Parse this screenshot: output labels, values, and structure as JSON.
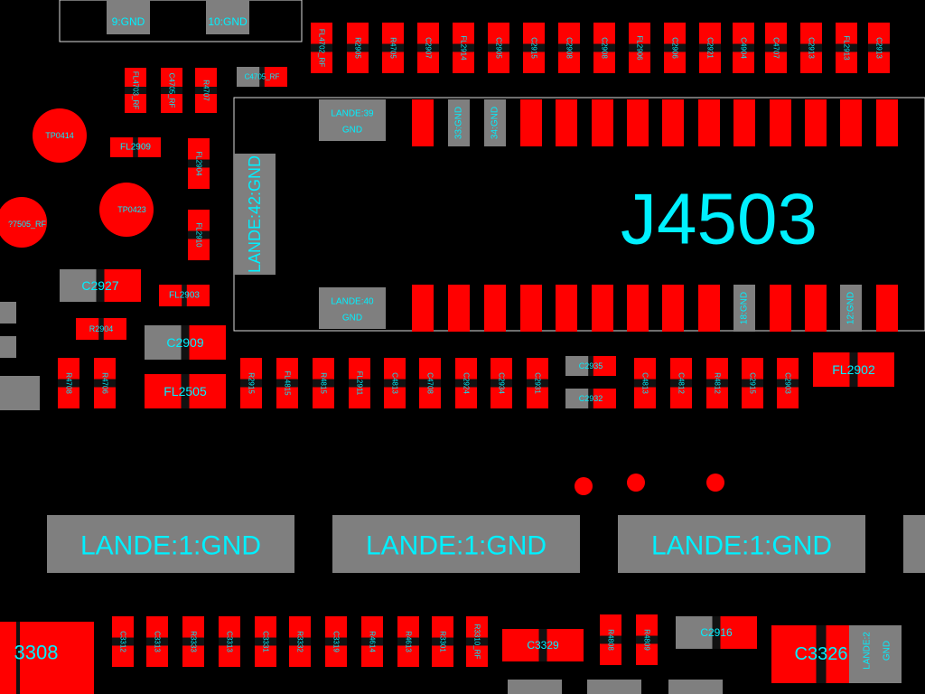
{
  "board": {
    "connector_title": "J4503",
    "top_pads": [
      "9:GND",
      "10:GND"
    ],
    "lande_39": [
      "LANDE:39",
      "GND"
    ],
    "lande_40": [
      "LANDE:40",
      "GND"
    ],
    "lande_42": "LANDE:42:GND",
    "pin_33": "33:GND",
    "pin_34": "34:GND",
    "pin_18": "18:GND",
    "pin_12": "12:GND",
    "lande_1_pads": [
      "LANDE:1:GND",
      "LANDE:1:GND",
      "LANDE:1:GND"
    ],
    "test_points": [
      "TP0414",
      "TP0423",
      "?7505_RF"
    ],
    "top_row": [
      "FL4702_RF",
      "R2905",
      "R4705",
      "C2907",
      "FL2914",
      "C2905",
      "C2915",
      "C2908",
      "C2908",
      "FL2906",
      "C2906",
      "C2921",
      "C4904",
      "C4707",
      "C2913",
      "FL2913",
      "C2913"
    ],
    "upper_left": [
      "FL4703_RF",
      "C4705_RF",
      "R4707",
      "C4705_RF",
      "FL2909",
      "FL2904",
      "FL2910",
      "C2927",
      "FL2903",
      "R2904",
      "C2909",
      "R4708",
      "R4706",
      "FL2505"
    ],
    "middle_row": [
      "R2915",
      "FL4815",
      "R4815",
      "FL2911",
      "C4813",
      "C4708",
      "C2924",
      "C2934",
      "C2931",
      "C2935",
      "C2932",
      "C4813",
      "C4812",
      "R4812",
      "C2915",
      "C2903",
      "FL2902"
    ],
    "bottom_row": [
      "3308",
      "C3312",
      "C3313",
      "R3333",
      "C3313",
      "C3331",
      "R3332",
      "C3319",
      "R4614",
      "R4613",
      "R3301",
      "R3310_RF",
      "C3329",
      "R4808",
      "R4809",
      "C2916",
      "C3326",
      "LANDE:2",
      "GND"
    ]
  },
  "colors": {
    "background": "#000000",
    "pad": "#ff0000",
    "ground_pad": "#7f7f7f",
    "label": "#00f0ff"
  }
}
